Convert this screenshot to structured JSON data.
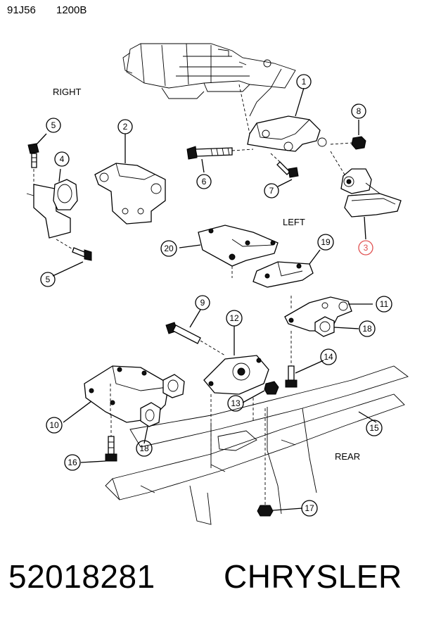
{
  "header": {
    "code1": "91J56",
    "code2": "1200B"
  },
  "labels": {
    "right": "RIGHT",
    "left": "LEFT",
    "rear": "REAR"
  },
  "callouts": [
    {
      "id": "c1",
      "num": "1"
    },
    {
      "id": "c2",
      "num": "2"
    },
    {
      "id": "c3",
      "num": "3"
    },
    {
      "id": "c4",
      "num": "4"
    },
    {
      "id": "c5a",
      "num": "5"
    },
    {
      "id": "c5b",
      "num": "5"
    },
    {
      "id": "c6",
      "num": "6"
    },
    {
      "id": "c7",
      "num": "7"
    },
    {
      "id": "c8",
      "num": "8"
    },
    {
      "id": "c9",
      "num": "9"
    },
    {
      "id": "c10",
      "num": "10"
    },
    {
      "id": "c11",
      "num": "11"
    },
    {
      "id": "c12",
      "num": "12"
    },
    {
      "id": "c13",
      "num": "13"
    },
    {
      "id": "c14",
      "num": "14"
    },
    {
      "id": "c15",
      "num": "15"
    },
    {
      "id": "c16",
      "num": "16"
    },
    {
      "id": "c17",
      "num": "17"
    },
    {
      "id": "c18a",
      "num": "18"
    },
    {
      "id": "c18b",
      "num": "18"
    },
    {
      "id": "c19",
      "num": "19"
    },
    {
      "id": "c20",
      "num": "20"
    }
  ],
  "highlight_color": "#e05050",
  "footer": {
    "part_number": "52018281",
    "brand": "CHRYSLER"
  }
}
